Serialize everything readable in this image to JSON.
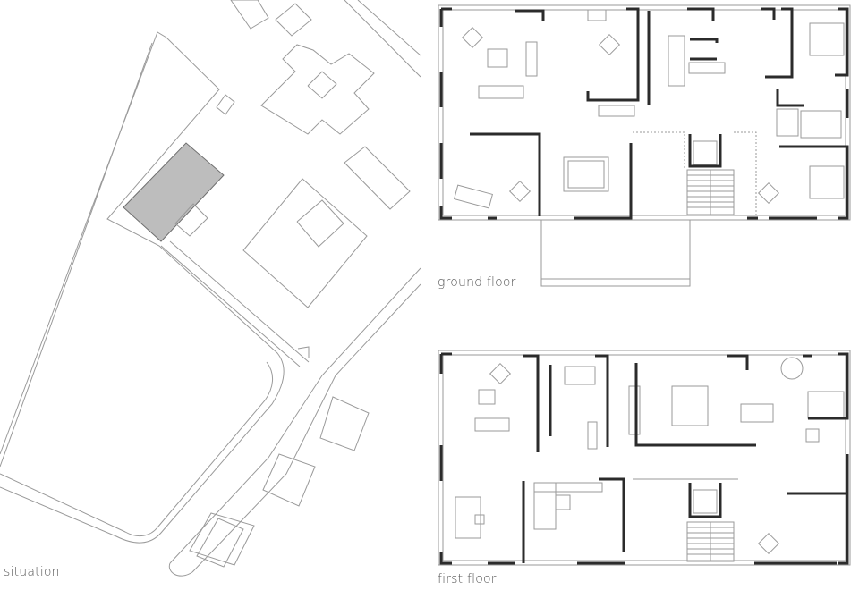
{
  "labels": {
    "situation": "situation",
    "ground_floor": "ground floor",
    "first_floor": "first floor"
  },
  "colors": {
    "background": "#ffffff",
    "line": "#8a8a8a",
    "wall": "#2b2b2b",
    "highlight": "#bdbdbd",
    "label": "#555555"
  }
}
